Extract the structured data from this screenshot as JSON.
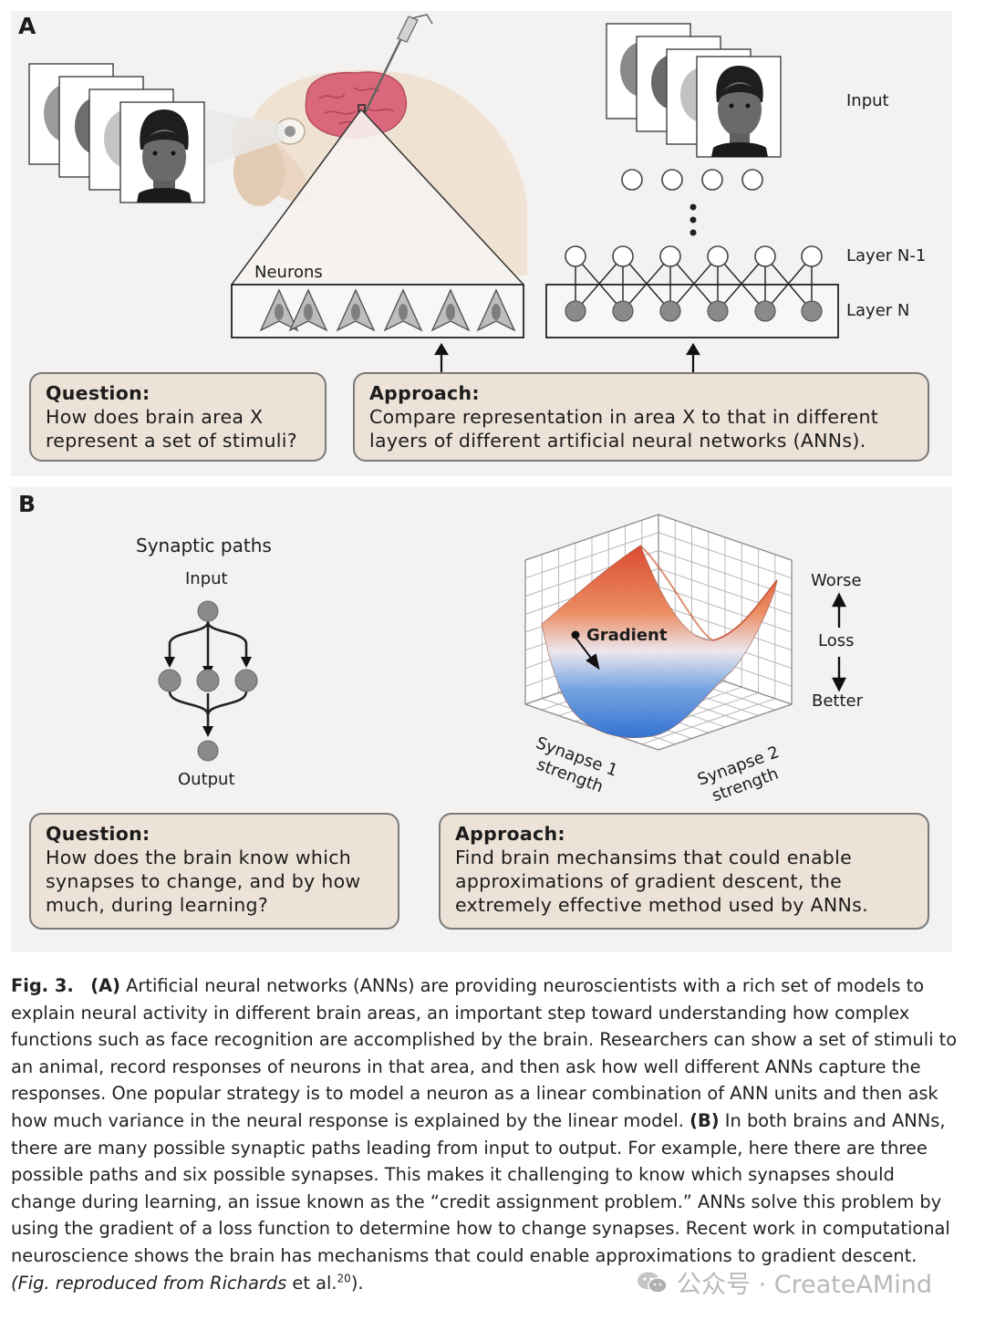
{
  "panel_a": {
    "letter": "A",
    "neurons_label": "Neurons",
    "input_label": "Input",
    "layer_n1_label": "Layer N-1",
    "layer_n_label": "Layer N",
    "question": {
      "head": "Question:",
      "body": "How does brain area X\nrepresent a set of stimuli?"
    },
    "approach": {
      "head": "Approach:",
      "body": "Compare representation in area X to that in different\nlayers of different artificial neural networks (ANNs)."
    }
  },
  "panel_b": {
    "letter": "B",
    "synaptic_title": "Synaptic paths",
    "input_label": "Input",
    "output_label": "Output",
    "gradient_label": "Gradient",
    "worse_label": "Worse",
    "loss_label": "Loss",
    "better_label": "Better",
    "axis1_line1": "Synapse 1",
    "axis1_line2": "strength",
    "axis2_line1": "Synapse 2",
    "axis2_line2": "strength",
    "question": {
      "head": "Question:",
      "body": "How does the brain know which\nsynapses to change, and by how\nmuch, during learning?"
    },
    "approach": {
      "head": "Approach:",
      "body": "Find brain mechansims that could enable\napproximations of gradient descent, the\nextremely effective method used by ANNs."
    }
  },
  "caption": {
    "fig_label": "Fig. 3.",
    "a_label": "(A)",
    "a_text": " Artificial neural networks (ANNs) are providing neuroscientists with a rich set of models to explain neural activity in different brain areas, an important step toward understanding how complex functions such as face recognition are accomplished by the brain. Researchers can show a set of stimuli to an animal, record responses of neurons in that area, and then ask how well different ANNs capture the responses. One popular strategy is to model a neuron as a linear combination of ANN units and then ask how much variance in the neural response is explained by the linear model. ",
    "b_label": "(B)",
    "b_text": " In both brains and ANNs, there are many possible synaptic paths leading from input to output. For example, here there are three possible paths and six possible synapses. This makes it challenging to know which synapses should change during learning, an issue known as the “credit assignment problem.” ANNs solve this problem by using the gradient of a loss function to determine how to change synapses. Recent work in computational neuroscience shows the brain has mechanisms that could enable approximations to gradient descent. ",
    "repro_text": "(Fig. reproduced from Richards",
    "etal_text": " et al.",
    "ref_sup": "20",
    "end_text": ")."
  },
  "watermark": {
    "text": "公众号 · CreateAMind",
    "icon": "wechat-icon"
  },
  "colors": {
    "panel_bg": "#f3f2f1",
    "box_fill": "#ece2d7",
    "brain": "#d95a6e",
    "surface_high": "#d9452a",
    "surface_low": "#2f6fd0",
    "node_gray": "#8a8a8a"
  }
}
